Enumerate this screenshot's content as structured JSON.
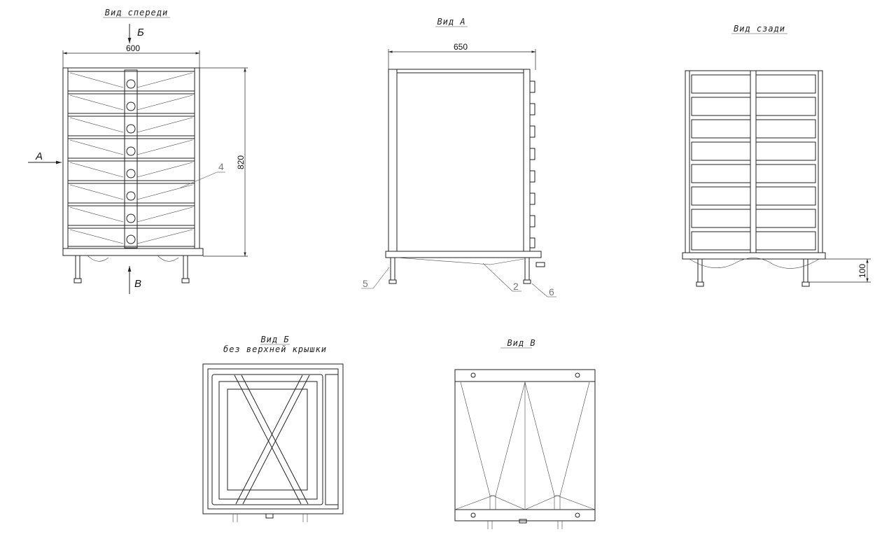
{
  "views": {
    "front": {
      "title": "Вид спереди",
      "arrow_b": "Б",
      "arrow_a": "А",
      "arrow_v": "В",
      "width_dim": "600",
      "height_dim": "820",
      "pos_4": "4"
    },
    "side_a": {
      "title": "Вид А",
      "width_dim": "650",
      "pos_5": "5",
      "pos_2": "2",
      "pos_6": "6"
    },
    "back": {
      "title": "Вид сзади",
      "foot_dim": "100"
    },
    "top_b": {
      "title": "Вид Б",
      "subtitle": "без верхней крышки"
    },
    "bottom_v": {
      "title": "Вид В"
    }
  },
  "colors": {
    "line": "#222222",
    "leader": "#777777",
    "background": "#ffffff"
  }
}
